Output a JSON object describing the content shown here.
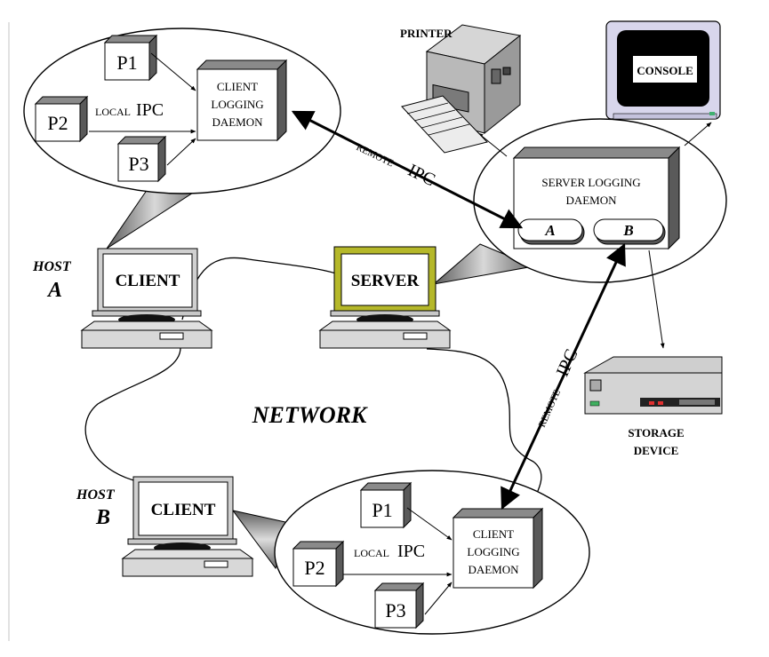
{
  "colors": {
    "server_frame": "#b5b82a",
    "console_frame": "#d8d6ec",
    "console_screen": "#000000",
    "line": "#000000",
    "shade": "#8a8a8a"
  },
  "printer": {
    "label": "PRINTER"
  },
  "console": {
    "label": "CONSOLE"
  },
  "storage": {
    "line1": "STORAGE",
    "line2": "DEVICE"
  },
  "network": {
    "label": "NETWORK"
  },
  "server": {
    "monitor_label": "SERVER",
    "daemon_line1": "SERVER LOGGING",
    "daemon_line2": "DAEMON",
    "port_a": "A",
    "port_b": "B"
  },
  "host_a": {
    "host_label": "HOST",
    "host_letter": "A",
    "monitor_label": "CLIENT",
    "daemon_line1": "CLIENT",
    "daemon_line2": "LOGGING",
    "daemon_line3": "DAEMON",
    "ipc_small": "LOCAL",
    "ipc_big": "IPC",
    "p1": "P1",
    "p2": "P2",
    "p3": "P3"
  },
  "host_b": {
    "host_label": "HOST",
    "host_letter": "B",
    "monitor_label": "CLIENT",
    "daemon_line1": "CLIENT",
    "daemon_line2": "LOGGING",
    "daemon_line3": "DAEMON",
    "ipc_small": "LOCAL",
    "ipc_big": "IPC",
    "p1": "P1",
    "p2": "P2",
    "p3": "P3"
  },
  "remote_ipc_top": {
    "small": "REMOTE",
    "big": "IPC"
  },
  "remote_ipc_right": {
    "small": "REMOTE",
    "big": "IPC"
  }
}
